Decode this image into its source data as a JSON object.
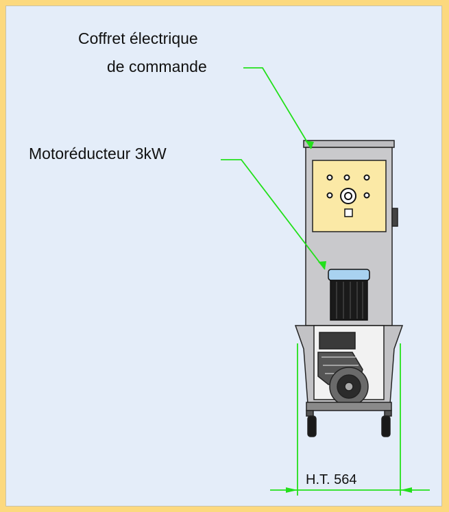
{
  "labels": {
    "coffret_line1": "Coffret électrique",
    "coffret_line2": "de commande",
    "motor": "Motoréducteur 3kW",
    "dimension": "H.T. 564"
  },
  "colors": {
    "background_outer": "#fcd97e",
    "panel": "#e4edf9",
    "leader": "#22e01a",
    "cabinet_body": "#c9c9cc",
    "control_panel": "#fbe9a6",
    "motor_highlight": "#a9d2f0"
  }
}
